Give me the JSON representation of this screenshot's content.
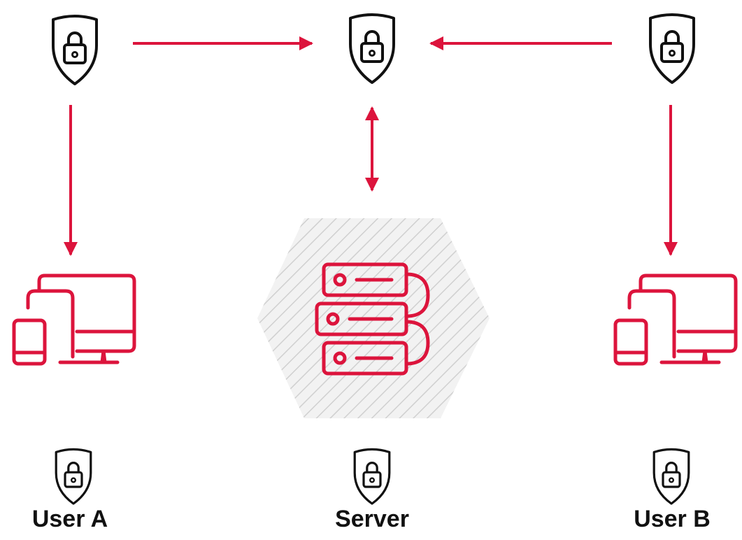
{
  "colors": {
    "accent": "#DC143C",
    "ink": "#111111",
    "hatch": "#D6D6D6"
  },
  "icons": {
    "shield": "shield-lock-icon",
    "devices": "devices-icon",
    "server": "server-stack-icon"
  },
  "labels": {
    "user_a": "User A",
    "server": "Server",
    "user_b": "User B"
  }
}
